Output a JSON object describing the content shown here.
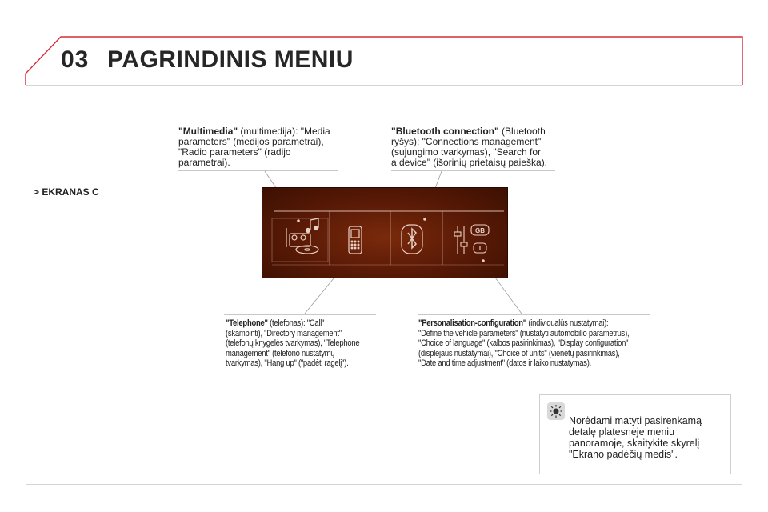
{
  "header": {
    "chapter_number": "03",
    "title": "PAGRINDINIS MENIU"
  },
  "section_label": "> EKRANAS C",
  "callouts": {
    "multimedia": {
      "heading": "\"Multimedia\"",
      "text_line1": " (multimedija): \"Media",
      "text_line2": "parameters\" (medijos parametrai),",
      "text_line3": "\"Radio parameters\" (radijo",
      "text_line4": "parametrai)."
    },
    "bluetooth": {
      "heading": "\"Bluetooth connection\"",
      "text_line1": " (Bluetooth",
      "text_line2": "ryšys): \"Connections management\"",
      "text_line3": "(sujungimo tvarkymas), \"Search for",
      "text_line4": "a device\" (išorinių prietaisų paieška)."
    },
    "telephone": {
      "heading": "\"Telephone\"",
      "text_line1": " (telefonas): \"Call\"",
      "text_line2": "(skambinti), \"Directory management\"",
      "text_line3": "(telefonų knygelės tvarkymas), \"Telephone",
      "text_line4": "management\" (telefono nustatymų",
      "text_line5": "tvarkymas), \"Hang up\" (\"padėti ragelį\")."
    },
    "personalisation": {
      "heading": "\"Personalisation-configuration\"",
      "text_line1": " (individualūs nustatymai):",
      "text_line2": "\"Define the vehicle parameters\" (nustatyti automobilio parametrus),",
      "text_line3": "\"Choice of language\" (kalbos pasirinkimas), \"Display configuration\"",
      "text_line4": "(displėjaus nustatymai), \"Choice of units\" (vienetų pasirinkimas),",
      "text_line5": "\"Date and time adjustment\" (datos ir laiko nustatymas)."
    }
  },
  "screen": {
    "icons": [
      "multimedia-icon",
      "telephone-icon",
      "bluetooth-icon",
      "personalisation-icon"
    ],
    "badge_gb": "GB",
    "badge_i": "I"
  },
  "tip": {
    "icon": "lightbulb-icon",
    "line1": "Norėdami matyti pasirenkamą",
    "line2": "detalę platesnėje meniu",
    "line3": "panoramoje, skaitykite skyrelį",
    "line4": "\"Ekrano padėčių medis\"."
  },
  "colors": {
    "accent_red": "#d62d3a",
    "screen_bg": "#5a1a06",
    "icon_line": "#d9b8a8"
  }
}
